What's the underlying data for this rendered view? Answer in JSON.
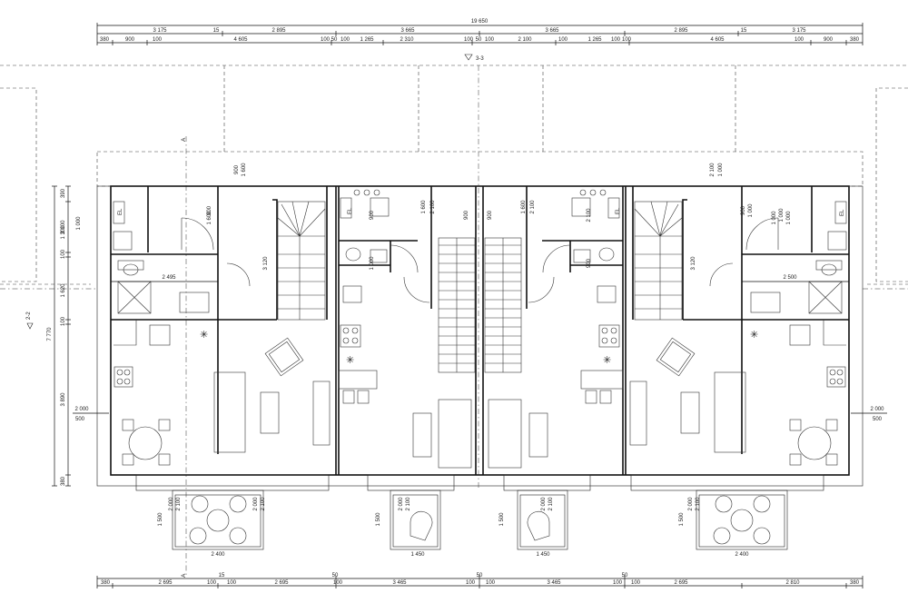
{
  "title": "",
  "top_dims": {
    "total": "19 650",
    "row1": [
      "3 175",
      "15",
      "2 895",
      "3 665",
      "3 665",
      "2 895",
      "15",
      "3 175"
    ],
    "row2": [
      "380",
      "900",
      "100",
      "4 605",
      "100",
      "50",
      "100",
      "1 265",
      "2 310",
      "100",
      "50",
      "100",
      "2 100",
      "100",
      "1 265",
      "100",
      "100",
      "4 605",
      "100",
      "900",
      "380"
    ]
  },
  "bottom_dims": {
    "row_top": [
      "15",
      "50",
      "50",
      "50"
    ],
    "row_bottom": [
      "380",
      "2 695",
      "100",
      "100",
      "2 695",
      "100",
      "3 465",
      "100",
      "100",
      "3 465",
      "100",
      "100",
      "2 695",
      "2 810",
      "380"
    ]
  },
  "left_dims": [
    "390",
    "2 100",
    "1 000",
    "1 300",
    "100",
    "1 620",
    "100",
    "3 890",
    "380",
    "7 770"
  ],
  "level_marks": [
    "3-3",
    "2-2"
  ],
  "section_marks": [
    "A",
    "A"
  ],
  "room_dims": [
    "2 495",
    "2 500",
    "3 120",
    "3 120",
    "2 000",
    "500",
    "2 000",
    "500"
  ],
  "door_dims": [
    "900",
    "1 600",
    "900",
    "1 600",
    "1 600",
    "2 100",
    "900",
    "900",
    "1 600",
    "2 100",
    "900",
    "1 000",
    "2 100",
    "1 000",
    "2 100",
    "900",
    "900",
    "1 000",
    "1 000",
    "1 000",
    "1 000"
  ],
  "terrace": {
    "widths": [
      "2 400",
      "1 450",
      "1 450",
      "2 400"
    ],
    "depths": [
      "1 500",
      "1 500",
      "1 500",
      "1 500"
    ],
    "door_dims": [
      "2 000",
      "2 100",
      "2 000",
      "2 100",
      "2 000",
      "2 100",
      "2 000",
      "2 100",
      "2 000",
      "2 100"
    ]
  },
  "labels": [
    "EL",
    "EL"
  ]
}
